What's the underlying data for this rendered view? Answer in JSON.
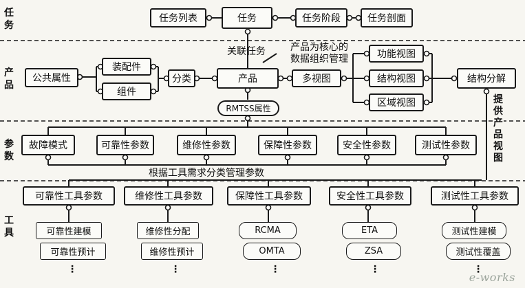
{
  "lanes": {
    "task": "任务",
    "product": "产品",
    "params": "参数",
    "tools": "工具"
  },
  "task_row": {
    "task_list": "任务列表",
    "task": "任务",
    "task_stage": "任务阶段",
    "task_section": "任务剖面"
  },
  "product_row": {
    "related_tasks": "关联任务",
    "core_line1": "产品为核心的",
    "core_line2": "数据组织管理",
    "public_attr": "公共属性",
    "assembly": "装配件",
    "component": "组件",
    "classify": "分类",
    "product": "产品",
    "multi_view": "多视图",
    "function_view": "功能视图",
    "structure_view": "结构视图",
    "region_view": "区域视图",
    "structure_decomp": "结构分解",
    "rmtss_attr": "RMTSS属性",
    "provide_product_view": "提供产品视图"
  },
  "params_row": {
    "items": [
      "故障模式",
      "可靠性参数",
      "维修性参数",
      "保障性参数",
      "安全性参数",
      "测试性参数"
    ],
    "manage_note": "根据工具需求分类管理参数"
  },
  "tools_row": {
    "items": [
      "可靠性工具参数",
      "维修性工具参数",
      "保障性工具参数",
      "安全性工具参数",
      "测试性工具参数"
    ],
    "reliability_tools": [
      "可靠性建模",
      "可靠性预计"
    ],
    "maintainability_tools": [
      "维修性分配",
      "维修性预计"
    ],
    "supportability_tools": [
      "RCMA",
      "OMTA"
    ],
    "safety_tools": [
      "ETA",
      "ZSA"
    ],
    "testability_tools": [
      "测试性建模",
      "测试性覆盖"
    ],
    "ellipsis": "⋮"
  },
  "watermark": "e-works"
}
